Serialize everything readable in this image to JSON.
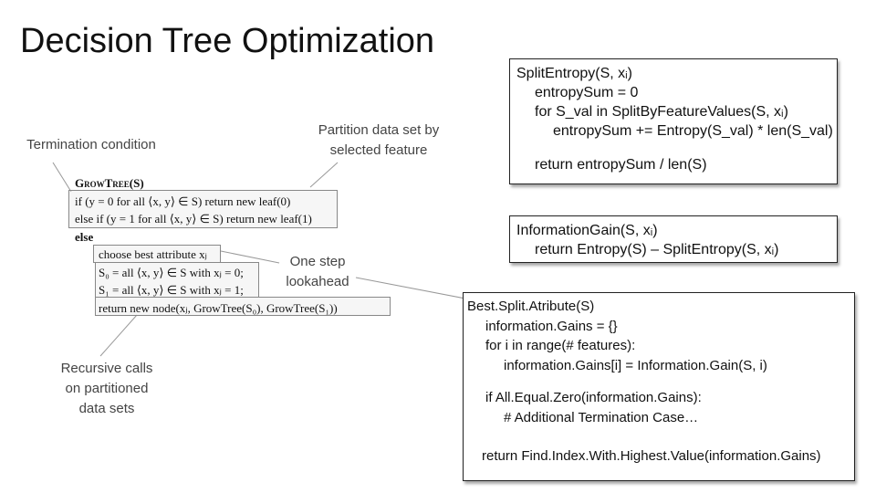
{
  "slide": {
    "title": "Decision Tree Optimization"
  },
  "annotations": {
    "termination": "Termination condition",
    "partition": "Partition data set by selected feature",
    "lookahead": "One step lookahead",
    "recursive_line1": "Recursive calls",
    "recursive_line2": "on partitioned",
    "recursive_line3": "data sets"
  },
  "algorithm": {
    "header": "GrowTree(S)",
    "line1": "if (y = 0 for all ⟨x, y⟩ ∈ S) return new leaf(0)",
    "line2": "else if (y = 1 for all ⟨x, y⟩ ∈ S) return new leaf(1)",
    "line3": "else",
    "line4": "choose best attribute xⱼ",
    "line5": "S₀ = all ⟨x, y⟩ ∈ S with xⱼ = 0;",
    "line6": "S₁ = all ⟨x, y⟩ ∈ S with xⱼ = 1;",
    "line7": "return new node(xⱼ, GrowTree(S₀), GrowTree(S₁))"
  },
  "split_entropy": {
    "line1": "SplitEntropy(S, xᵢ)",
    "line2": "entropySum = 0",
    "line3": "for S_val in SplitByFeatureValues(S, xᵢ)",
    "line4": "entropySum += Entropy(S_val) * len(S_val)",
    "line5": "return entropySum / len(S)"
  },
  "information_gain": {
    "line1": "InformationGain(S, xᵢ)",
    "line2": "return Entropy(S) – SplitEntropy(S, xᵢ)"
  },
  "best_split": {
    "line1": "Best.Split.Atribute(S)",
    "line2": "information.Gains = {}",
    "line3": "for i in range(# features):",
    "line4": "information.Gains[i] = Information.Gain(S, i)",
    "line5": "if All.Equal.Zero(information.Gains):",
    "line6": "# Additional Termination Case…",
    "line7": "return Find.Index.With.Highest.Value(information.Gains)"
  }
}
